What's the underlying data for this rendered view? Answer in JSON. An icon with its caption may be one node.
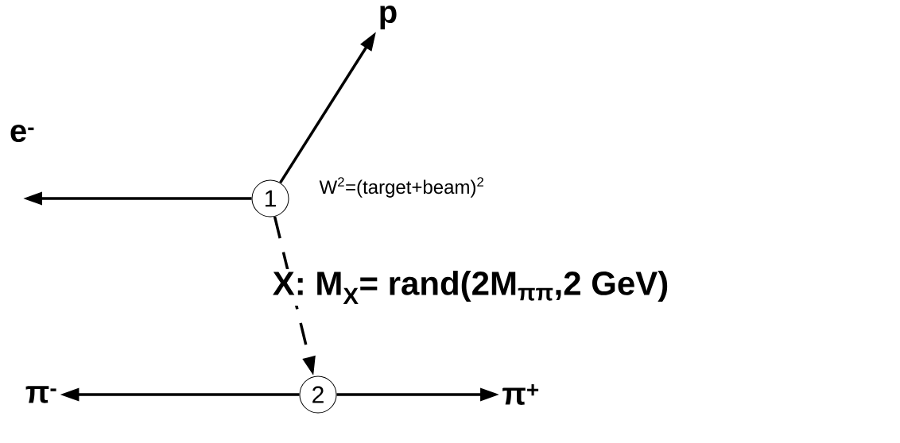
{
  "diagram": {
    "nodes": [
      {
        "text": [
          "1"
        ]
      },
      {
        "text": [
          "2"
        ]
      },
      {
        "text": [
          "p"
        ]
      },
      {
        "text": [
          "e$^{-}$"
        ]
      },
      {
        "text": [
          "π$^{-}$"
        ]
      },
      {
        "text": [
          "π$^{+}$"
        ]
      }
    ],
    "edges": [
      {
        "from": 0,
        "to": 2,
        "arrow": "to"
      },
      {
        "from": 0,
        "to": 3,
        "arrow": "to"
      },
      {
        "from": 0,
        "to": 1,
        "arrow": "to",
        "style": "dashed",
        "label": "X: M$_{X}$= rand(2M$_{ππ}$,2 GeV)"
      },
      {
        "from": 1,
        "to": 4,
        "arrow": "to"
      },
      {
        "from": 1,
        "to": 5,
        "arrow": "to"
      }
    ],
    "labels": [
      "W$^{2}$=(target+beam)$^{2}$"
    ]
  }
}
